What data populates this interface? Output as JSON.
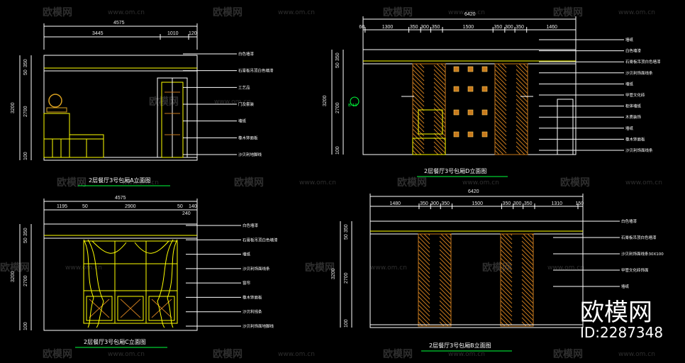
{
  "watermarks": {
    "brand": "欧模网",
    "url": "www.om.cn"
  },
  "brand": {
    "name": "欧模网",
    "id": "ID:2287348"
  },
  "views": [
    {
      "id": "A",
      "title": "2层餐厅3号包厢A立面图",
      "total": "4575",
      "segments": [
        "3445",
        "1010",
        "120"
      ],
      "vertical_total": "3200",
      "vertical": [
        "350",
        "50",
        "2700",
        "100"
      ],
      "labels": [
        "白色墙漆",
        "石膏板吊顶白色墙漆",
        "工艺品",
        "门及套装",
        "墙纸",
        "橡木饰面板",
        "沙贝利地脚线"
      ]
    },
    {
      "id": "D",
      "title": "2层餐厅3号包厢D立面图",
      "total": "6420",
      "segments": [
        "60",
        "1300",
        "350",
        "300",
        "350",
        "1500",
        "350",
        "300",
        "350",
        "1460"
      ],
      "vertical_total": "3200",
      "vertical": [
        "350",
        "50",
        "2700",
        "100"
      ],
      "marker": "B-10",
      "labels": [
        "墙纸",
        "白色墙漆",
        "石膏板吊顶白色墙漆",
        "沙贝利饰面线条",
        "墙纸",
        "甲管文化砖",
        "柜体墙纸",
        "木质装饰",
        "墙纸",
        "橡木饰面板",
        "沙贝利饰面线条"
      ]
    },
    {
      "id": "C",
      "title": "2层餐厅3号包厢C立面图",
      "total": "4575",
      "segments": [
        "1195",
        "50",
        "2900",
        "50",
        "140",
        "240"
      ],
      "vertical_total": "3200",
      "vertical": [
        "350",
        "50",
        "2700",
        "100"
      ],
      "labels": [
        "白色墙漆",
        "石膏板吊顶白色墙漆",
        "墙纸",
        "沙贝利饰面线条",
        "窗帘",
        "橡木饰面板",
        "沙贝利线条",
        "沙贝利饰面地脚线"
      ]
    },
    {
      "id": "B",
      "title": "2层餐厅3号包厢B立面图",
      "total": "6420",
      "segments": [
        "1480",
        "350",
        "300",
        "350",
        "1500",
        "350",
        "300",
        "350",
        "1310",
        "150"
      ],
      "vertical_total": "3200",
      "vertical": [
        "350",
        "50",
        "2700",
        "100"
      ],
      "labels": [
        "白色墙漆",
        "石膏板吊顶白色墙漆",
        "沙贝利饰面线条30X100",
        "甲管文化砖饰面",
        "墙纸"
      ]
    }
  ],
  "colors": {
    "background": "#000000",
    "dimension": "#ffffff",
    "outline": "#ffff00",
    "leader": "#ffffff",
    "title_underline": "#00ff3c",
    "hatch": "#c87a1e"
  }
}
